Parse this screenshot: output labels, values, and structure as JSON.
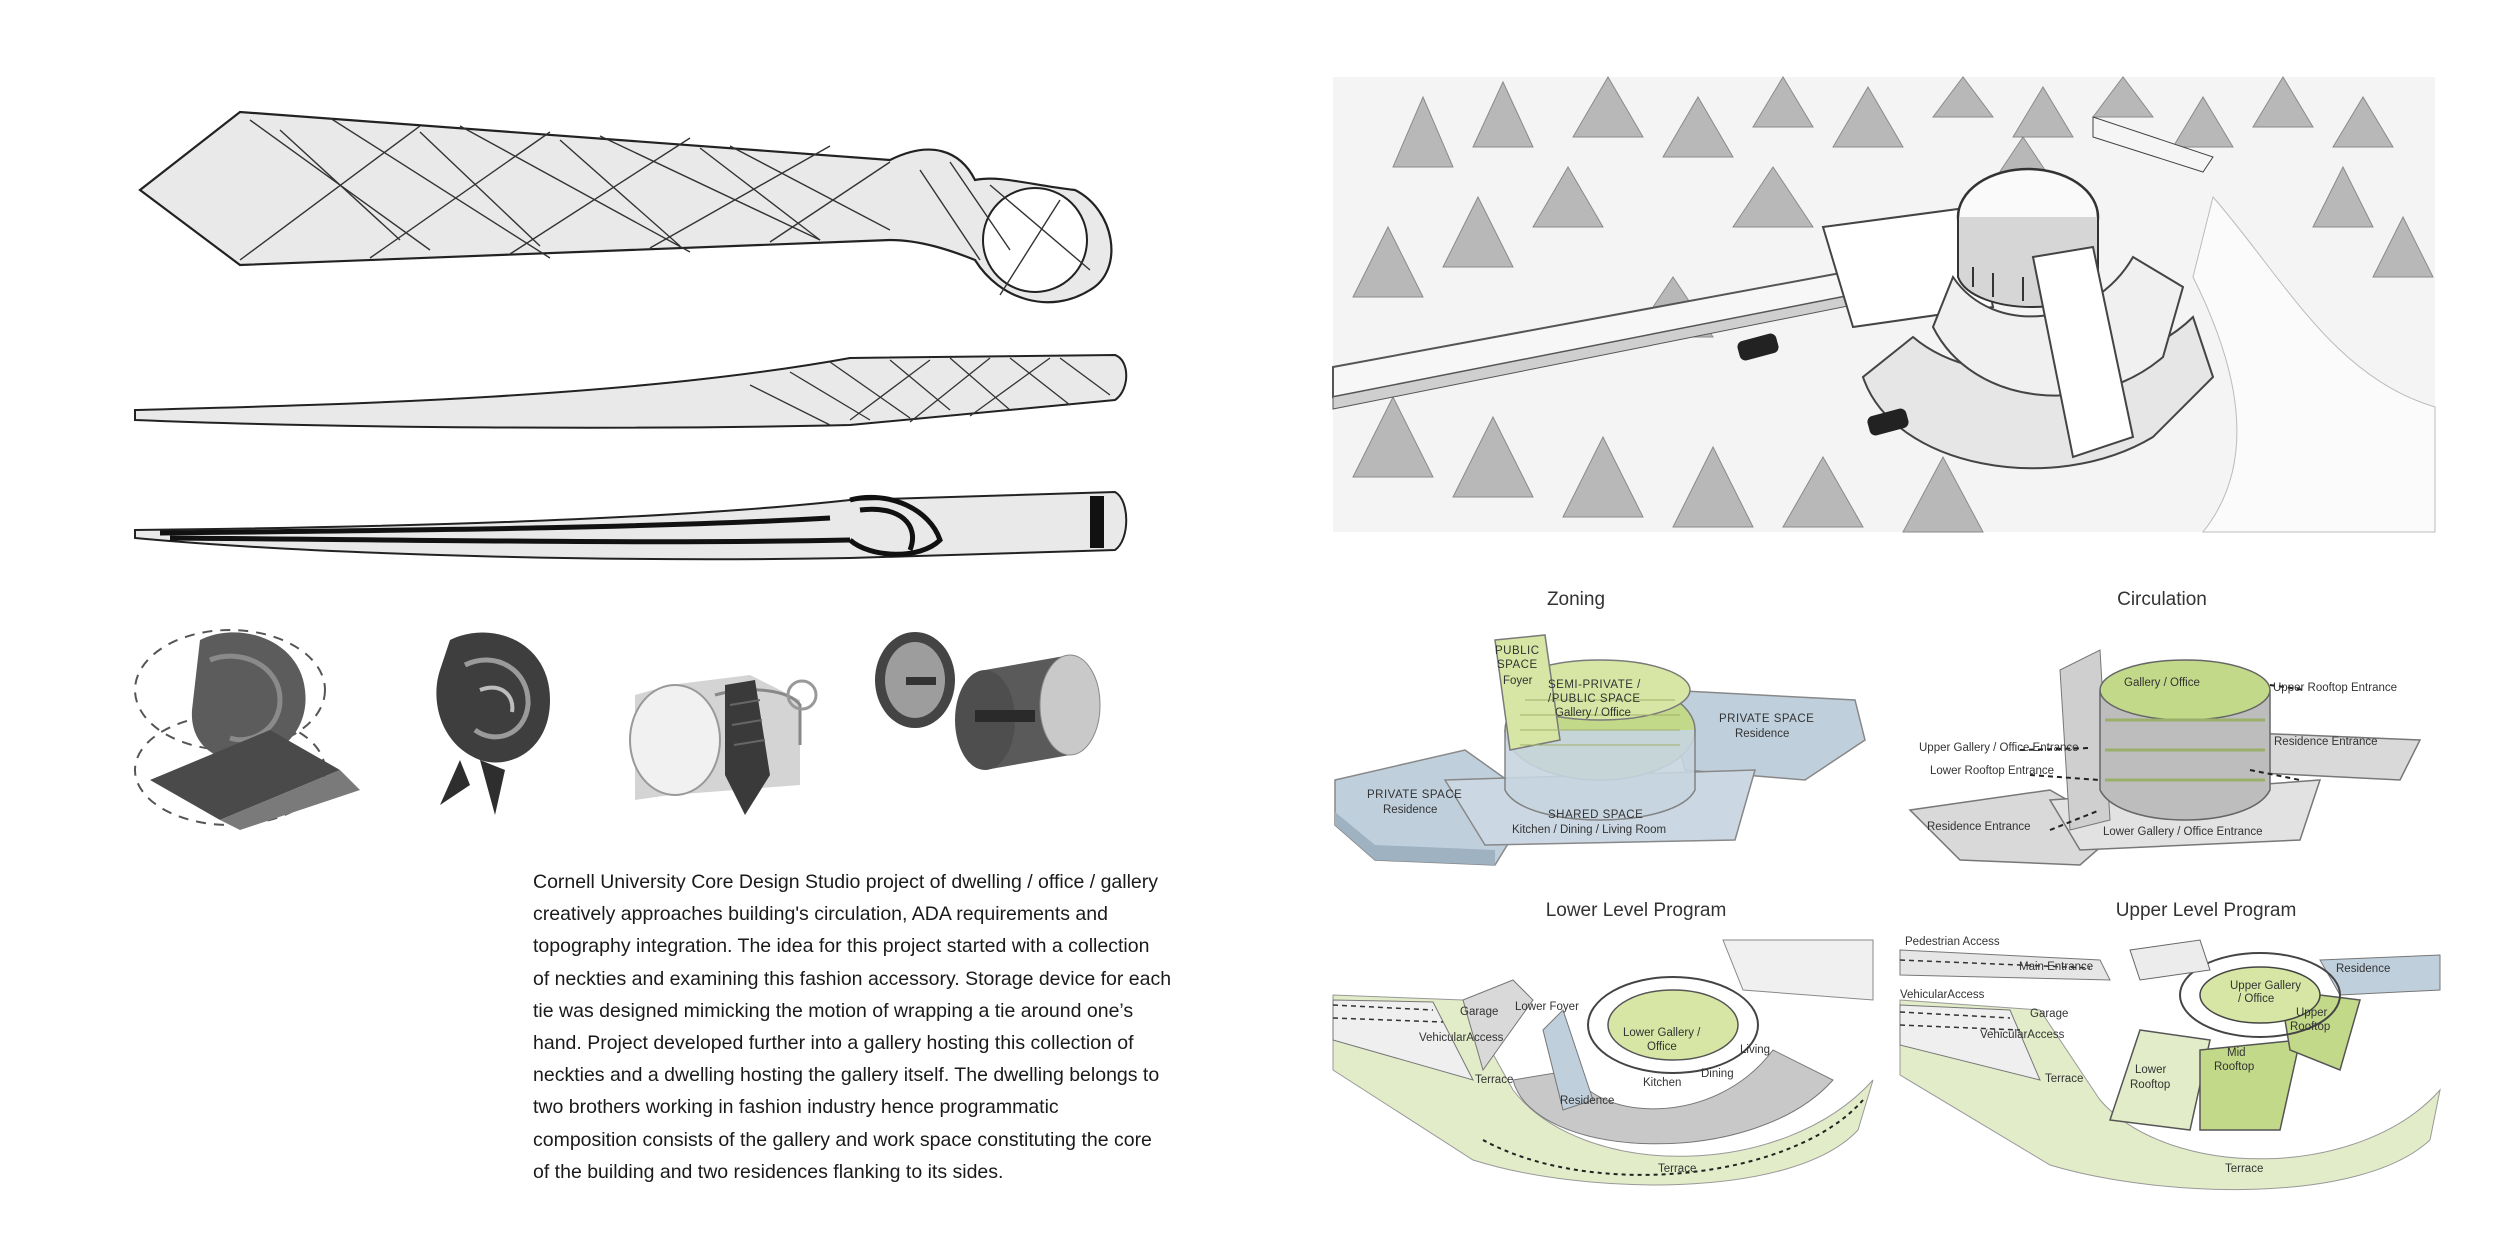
{
  "description": {
    "lines": [
      "Cornell University Core Design Studio project of dwelling / office / gallery",
      "creatively approaches building's circulation, ADA requirements and",
      "topography integration. The idea for this project started with a collection",
      "of neckties and examining this fashion accessory. Storage device for each",
      "tie was designed mimicking the motion of wrapping a tie around one’s",
      "hand. Project developed further into a gallery hosting this collection of",
      "neckties and a dwelling hosting the gallery itself. The dwelling belongs to",
      "two brothers working in fashion industry hence programmatic",
      "composition consists of the gallery and work space constituting the core",
      "of the building and two residences flanking to its sides."
    ]
  },
  "diagrams": {
    "zoning": {
      "title": "Zoning",
      "public_space": "PUBLIC SPACE",
      "public_space_l1": "PUBLIC",
      "public_space_l2": "SPACE",
      "foyer": "Foyer",
      "semi_private_l1": "SEMI-PRIVATE /",
      "semi_private_l2": "/PUBLIC SPACE",
      "gallery_office": "Gallery / Office",
      "private_right": "PRIVATE SPACE",
      "residence_right": "Residence",
      "private_left": "PRIVATE SPACE",
      "residence_left": "Residence",
      "shared": "SHARED SPACE",
      "kitchen": "Kitchen / Dining / Living Room"
    },
    "circulation": {
      "title": "Circulation",
      "gallery_office": "Gallery / Office",
      "upper_rooftop": "Upper Rooftop Entrance",
      "upper_gallery": "Upper Gallery / Office Entrance",
      "residence_right": "Residence Entrance",
      "lower_rooftop": "Lower Rooftop Entrance",
      "residence_left": "Residence Entrance",
      "lower_gallery": "Lower Gallery / Office Entrance"
    },
    "lower": {
      "title": "Lower Level Program",
      "garage": "Garage",
      "lower_foyer": "Lower Foyer",
      "vehicular": "VehicularAccess",
      "lower_gallery_l1": "Lower Gallery /",
      "lower_gallery_l2": "Office",
      "living": "Living",
      "dining": "Dining",
      "kitchen": "Kitchen",
      "terrace_left": "Terrace",
      "residence": "Residence",
      "terrace_bottom": "Terrace"
    },
    "upper": {
      "title": "Upper Level Program",
      "pedestrian": "Pedestrian Access",
      "main_entrance": "Main Entrance",
      "vehicular_top": "VehicularAccess",
      "upper_gallery_l1": "Upper Gallery",
      "upper_gallery_l2": "/ Office",
      "residence": "Residence",
      "garage": "Garage",
      "vehicular": "VehicularAccess",
      "upper_rooftop_l1": "Upper",
      "upper_rooftop_l2": "Rooftop",
      "terrace_left": "Terrace",
      "lower_rooftop_l1": "Lower",
      "lower_rooftop_l2": "Rooftop",
      "mid_rooftop_l1": "Mid",
      "mid_rooftop_l2": "Rooftop",
      "terrace_bottom": "Terrace"
    }
  },
  "colors": {
    "public_green": "#d7e6a4",
    "semi_green": "#c3d98a",
    "private_blue": "#bfcfdc",
    "shared_blue": "#cbd8e3",
    "gray_slab": "#d9d9d9",
    "dark_gray": "#595959"
  }
}
